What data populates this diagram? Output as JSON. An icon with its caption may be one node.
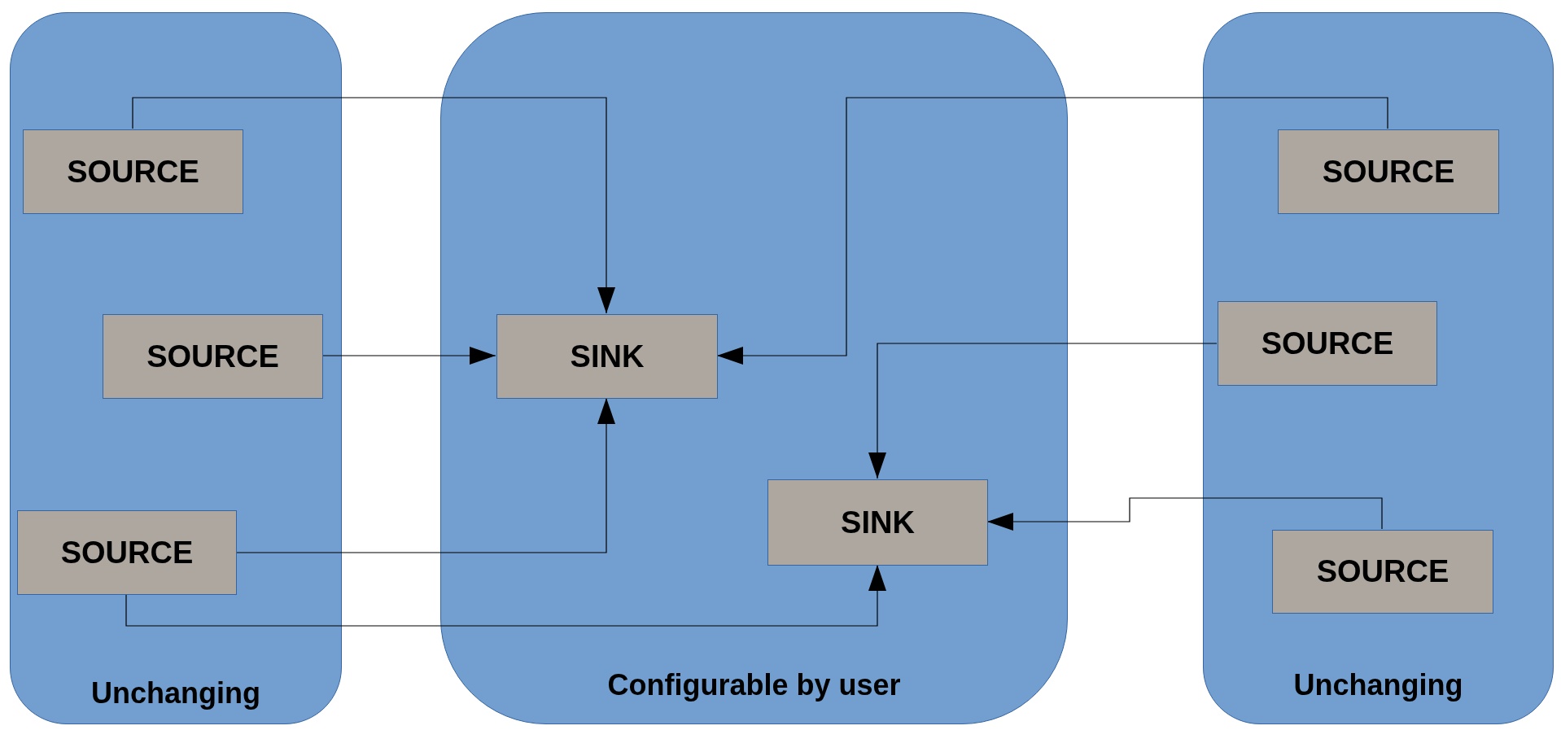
{
  "diagram": {
    "nodes": [
      {
        "text": [
          "Unchanging"
        ]
      },
      {
        "text": [
          "SOURCE"
        ],
        "in": 0
      },
      {
        "text": [
          "SOURCE"
        ],
        "in": 0
      },
      {
        "text": [
          "SOURCE"
        ],
        "in": 0
      },
      {
        "text": [
          "Configurable by user"
        ]
      },
      {
        "text": [
          "SINK"
        ],
        "in": 4
      },
      {
        "text": [
          "SINK"
        ],
        "in": 4
      },
      {
        "text": [
          "Unchanging"
        ]
      },
      {
        "text": [
          "SOURCE"
        ],
        "in": 7
      },
      {
        "text": [
          "SOURCE"
        ],
        "in": 7
      },
      {
        "text": [
          "SOURCE"
        ],
        "in": 7
      }
    ],
    "edges": [
      {
        "from": 1,
        "to": 5,
        "arrow": "to"
      },
      {
        "from": 2,
        "to": 5,
        "arrow": "to"
      },
      {
        "from": 3,
        "to": 5,
        "arrow": "to"
      },
      {
        "from": 3,
        "to": 6,
        "arrow": "to"
      },
      {
        "from": 8,
        "to": 5,
        "arrow": "to"
      },
      {
        "from": 9,
        "to": 6,
        "arrow": "to"
      },
      {
        "from": 10,
        "to": 6,
        "arrow": "to"
      }
    ]
  }
}
